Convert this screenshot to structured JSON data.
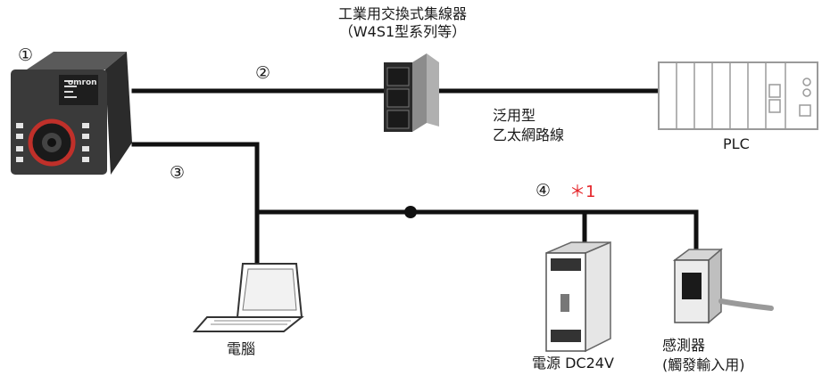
{
  "title_line1": "工業用交換式集線器",
  "title_line2": "（W4S1型系列等）",
  "markers": {
    "m1": "①",
    "m2": "②",
    "m3": "③",
    "m4": "④"
  },
  "footnote": "＊1",
  "labels": {
    "cable_line1": "泛用型",
    "cable_line2": "乙太網路線",
    "plc": "PLC",
    "pc": "電腦",
    "power": "電源 DC24V",
    "sensor_line1": "感測器",
    "sensor_line2": "(觸發輸入用)"
  },
  "camera_brand": "omron",
  "colors": {
    "line": "#111111",
    "accent_red": "#e5252a",
    "device_gray": "#9a9a9a"
  }
}
